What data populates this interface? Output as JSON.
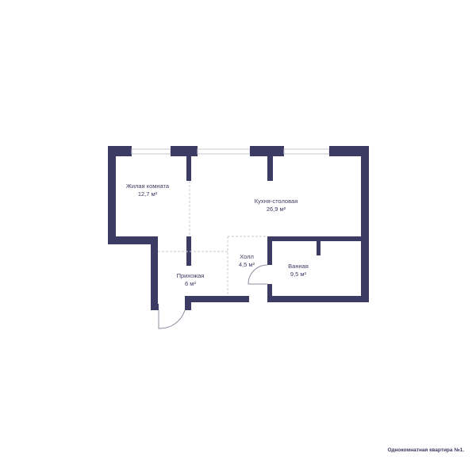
{
  "colors": {
    "wall": "#3b3b63",
    "background": "#ffffff"
  },
  "rooms": [
    {
      "key": "living",
      "name": "Жилая комната",
      "area": "12,7 м²"
    },
    {
      "key": "kitchen",
      "name": "Кухня-столовая",
      "area": "26,9 м²"
    },
    {
      "key": "hall",
      "name": "Холл",
      "area": "4,5 м²"
    },
    {
      "key": "bath",
      "name": "Ванная",
      "area": "9,5 м²"
    },
    {
      "key": "entry",
      "name": "Прихожая",
      "area": "6 м²"
    }
  ],
  "caption": "Однокомнатная квартира №1."
}
